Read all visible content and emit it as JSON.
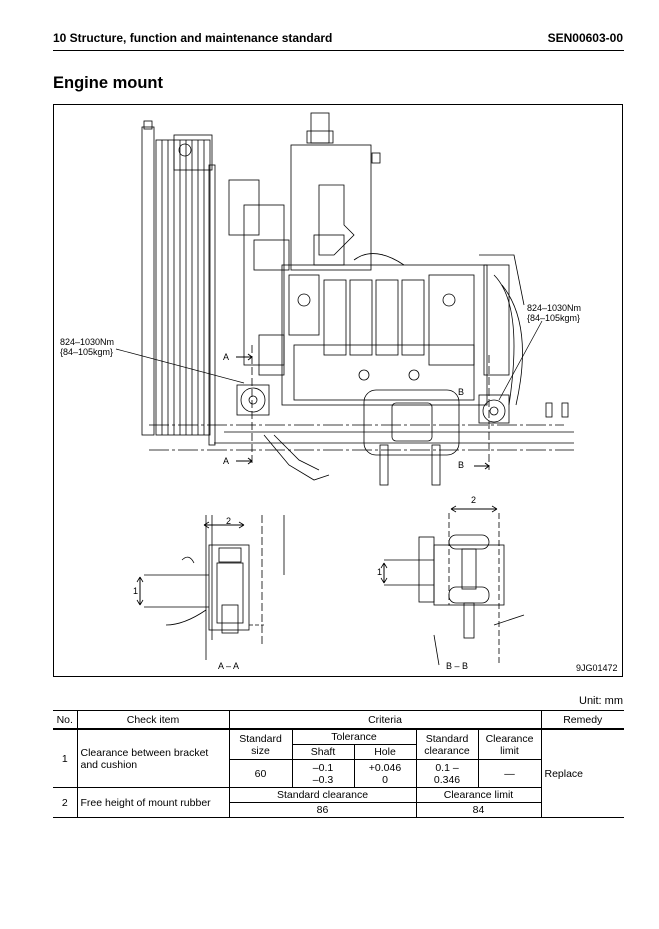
{
  "header": {
    "section": "10 Structure, function and maintenance standard",
    "doc_code": "SEN00603-00"
  },
  "title": "Engine mount",
  "figure": {
    "torque_left_1": "824–1030Nm",
    "torque_left_2": "{84–105kgm}",
    "torque_right_1": "824–1030Nm",
    "torque_right_2": "{84–105kgm}",
    "marker_a": "A",
    "marker_b": "B",
    "dim_1": "1",
    "dim_2": "2",
    "view_aa": "A – A",
    "view_bb": "B – B",
    "fig_code": "9JG01472"
  },
  "unit_label": "Unit: mm",
  "table": {
    "headers": {
      "no": "No.",
      "check_item": "Check item",
      "criteria": "Criteria",
      "remedy": "Remedy"
    },
    "sub": {
      "standard_size": "Standard size",
      "tolerance": "Tolerance",
      "shaft": "Shaft",
      "hole": "Hole",
      "standard_clearance": "Standard clearance",
      "clearance_limit": "Clearance limit"
    },
    "row1": {
      "no": "1",
      "item": "Clearance between bracket and cushion",
      "size": "60",
      "shaft_1": "–0.1",
      "shaft_2": "–0.3",
      "hole_1": "+0.046",
      "hole_2": "0",
      "std_clear_1": "0.1 –",
      "std_clear_2": "0.346",
      "limit": "—",
      "remedy": "Replace"
    },
    "row2": {
      "no": "2",
      "item": "Free height of mount rubber",
      "std_label": "Standard clearance",
      "limit_label": "Clearance limit",
      "std_value": "86",
      "limit_value": "84"
    }
  }
}
